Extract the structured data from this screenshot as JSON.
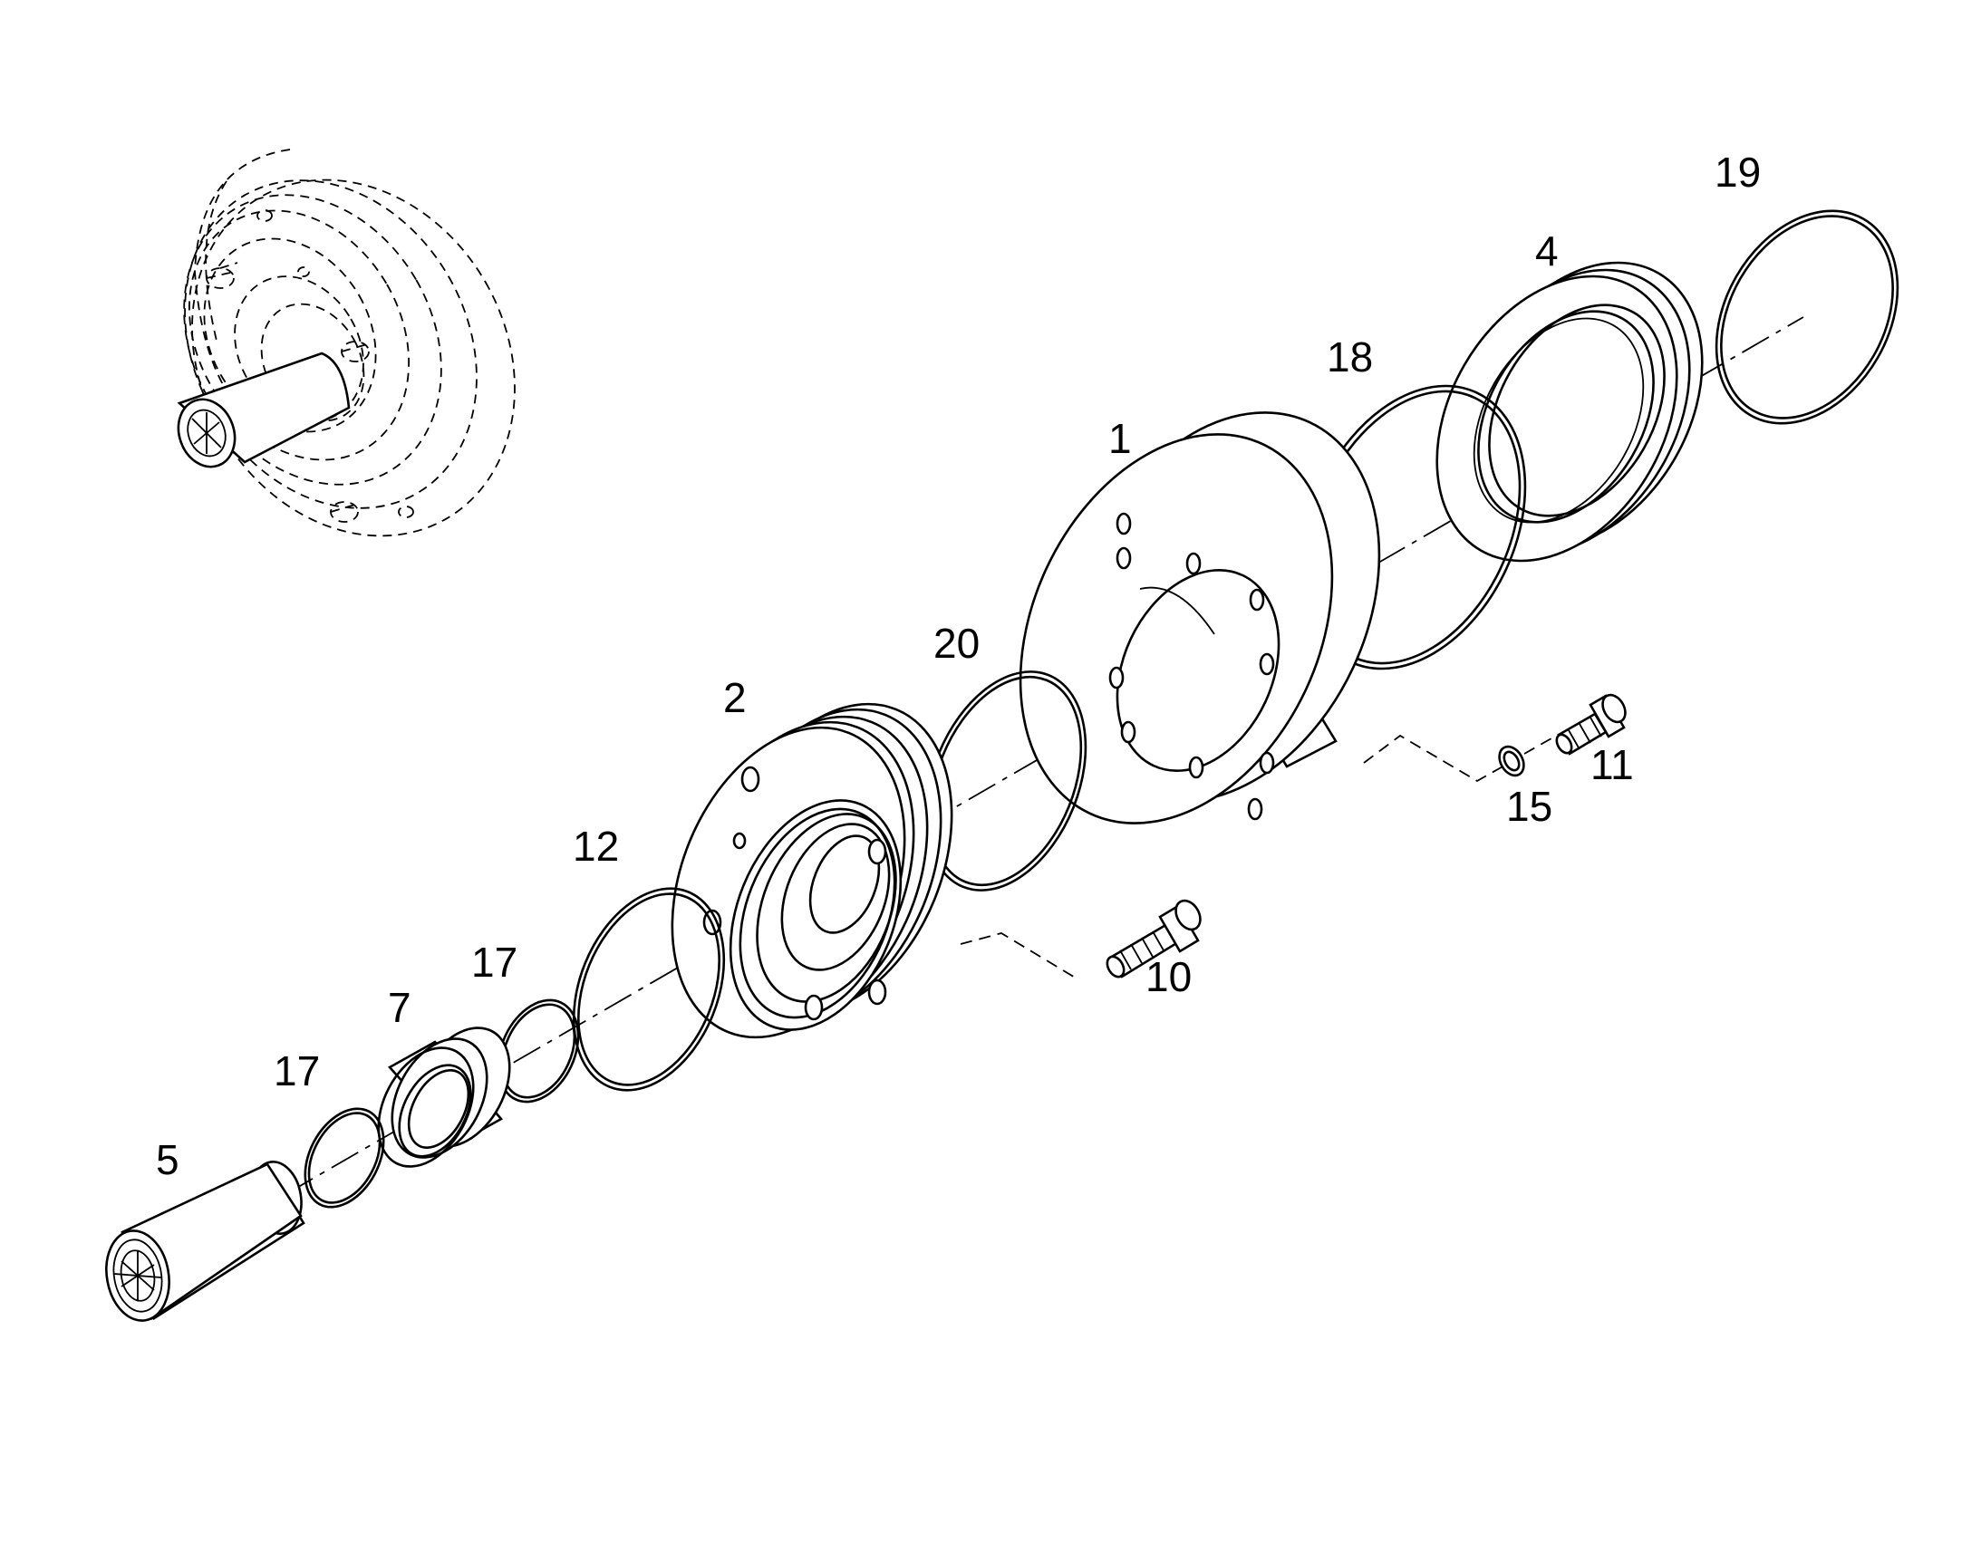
{
  "callouts": {
    "part_1": "1",
    "part_2": "2",
    "part_4": "4",
    "part_5": "5",
    "part_7": "7",
    "part_10": "10",
    "part_11": "11",
    "part_12": "12",
    "part_15": "15",
    "part_17a": "17",
    "part_17b": "17",
    "part_18": "18",
    "part_19": "19",
    "part_20": "20"
  }
}
